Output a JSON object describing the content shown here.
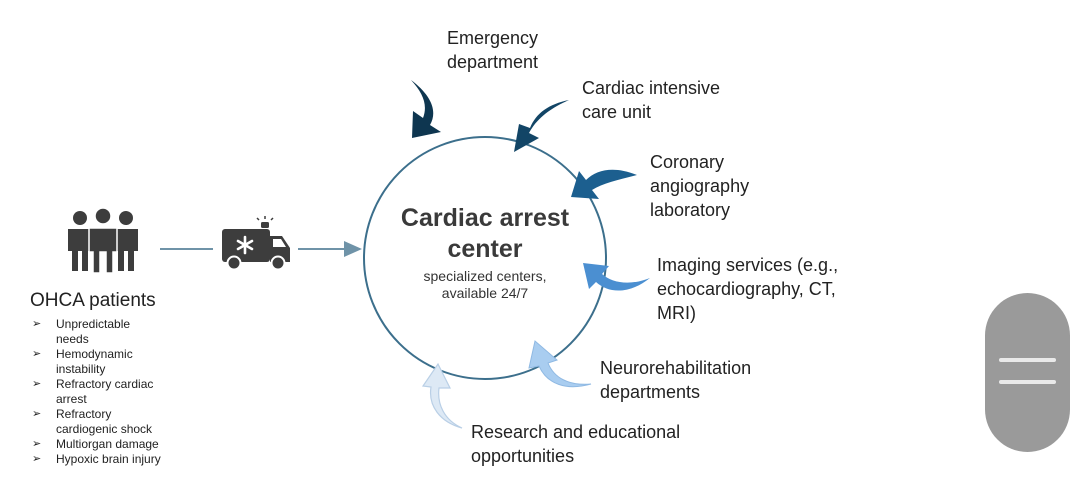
{
  "center": {
    "title_line1": "Cardiac arrest",
    "title_line2": "center",
    "subtitle_line1": "specialized centers,",
    "subtitle_line2": "available 24/7"
  },
  "patients": {
    "title": "OHCA patients",
    "bullet": "➢",
    "needs": [
      [
        "Unpredictable",
        "needs"
      ],
      [
        "Hemodynamic",
        "instability"
      ],
      [
        "Refractory cardiac",
        "arrest"
      ],
      [
        "Refractory",
        "cardiogenic shock"
      ],
      [
        "Multiorgan damage"
      ],
      [
        "Hypoxic brain injury"
      ]
    ]
  },
  "services": [
    {
      "id": "emergency",
      "lines": [
        "Emergency",
        "department"
      ],
      "color": "#0e3650"
    },
    {
      "id": "cicu",
      "lines": [
        "Cardiac intensive",
        "care unit"
      ],
      "color": "#124566"
    },
    {
      "id": "cath-lab",
      "lines": [
        "Coronary",
        "angiography",
        "laboratory"
      ],
      "color": "#1c5f8f"
    },
    {
      "id": "imaging",
      "lines": [
        "Imaging services (e.g.,",
        "echocardiography, CT,",
        "MRI)"
      ],
      "color": "#4b8fd1"
    },
    {
      "id": "neurorehab",
      "lines": [
        "Neurorehabilitation",
        "departments"
      ],
      "color": "#a9cdf0"
    },
    {
      "id": "research",
      "lines": [
        "Research and educational",
        "opportunities"
      ],
      "color": "#dde9f5"
    }
  ],
  "icons": {
    "people": "people-group-icon",
    "ambulance": "ambulance-icon",
    "menu": "menu-icon"
  },
  "colors": {
    "circle_stroke": "#3c6f8c",
    "flow_line": "#6f93a8",
    "icon_dark": "#3d3d3d",
    "menu_button": "#9a9a9a"
  }
}
